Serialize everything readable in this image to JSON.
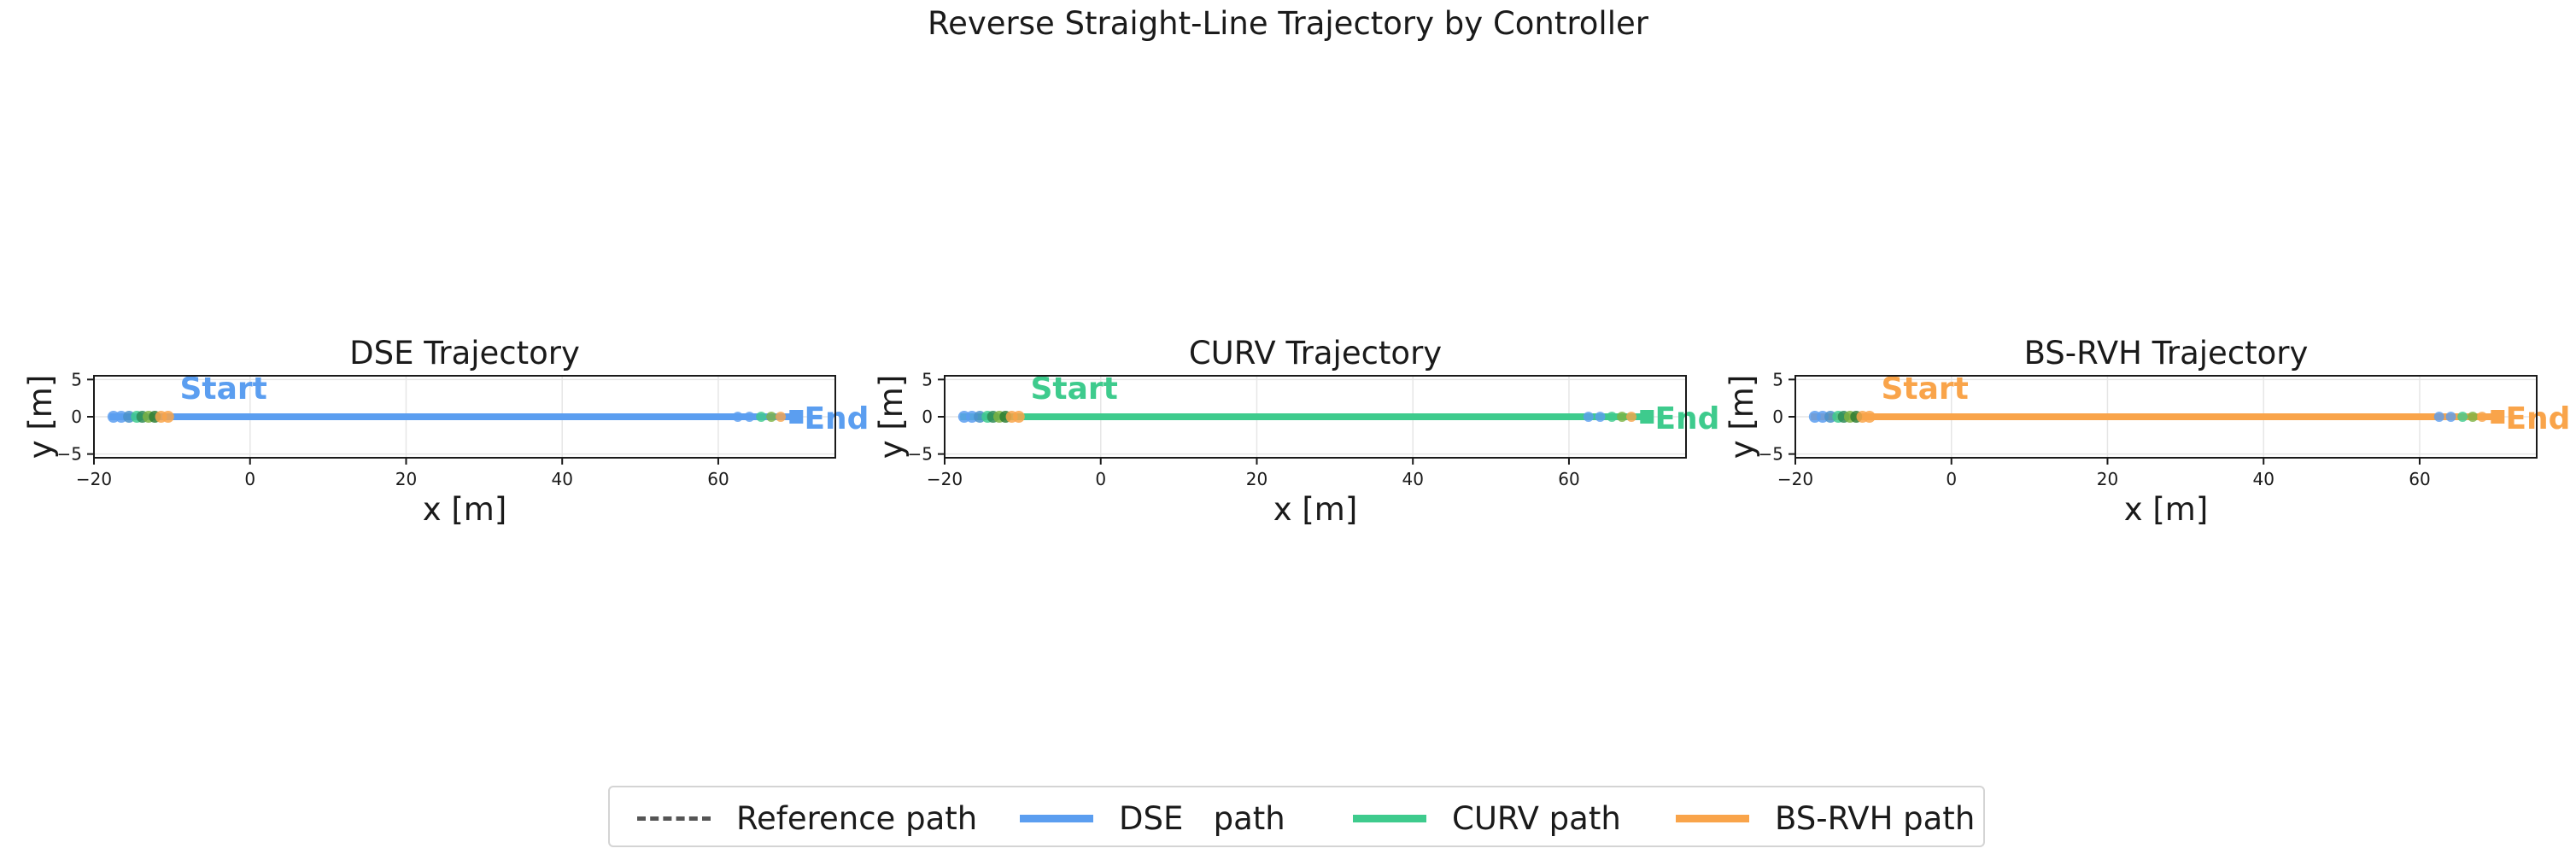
{
  "figure_title": "Reverse Straight-Line Trajectory by Controller",
  "colors": {
    "DSE": "#5b9ef0",
    "CURV": "#3ecb8d",
    "BS-RVH": "#f9a44a",
    "reference": "#555555",
    "start_marker_dark": "#2e7d32"
  },
  "legend": {
    "items": [
      {
        "label": "Reference path",
        "style": "dashed",
        "color_key": "reference"
      },
      {
        "label": "DSE   path",
        "style": "solid",
        "color_key": "DSE"
      },
      {
        "label": "CURV path",
        "style": "solid",
        "color_key": "CURV"
      },
      {
        "label": "BS-RVH path",
        "style": "solid",
        "color_key": "BS-RVH"
      }
    ]
  },
  "chart_data": [
    {
      "type": "line",
      "title": "DSE   Trajectory",
      "xlabel": "x [m]",
      "ylabel": "y [m]",
      "xlim": [
        -20,
        75
      ],
      "ylim": [
        -5.5,
        5.5
      ],
      "xticks": [
        -20,
        0,
        20,
        40,
        60
      ],
      "yticks": [
        -5,
        0,
        5
      ],
      "grid": true,
      "series": [
        {
          "name": "DSE   path",
          "color_key": "DSE",
          "x": [
            -18,
            70
          ],
          "y": [
            0,
            0
          ]
        }
      ],
      "start_point": [
        -18,
        0
      ],
      "end_point": [
        70,
        0
      ],
      "annotations": [
        {
          "text": "Start",
          "x": -9,
          "y": 2.4,
          "color_key": "DSE"
        },
        {
          "text": "End",
          "x": 71,
          "y": -1.6,
          "color_key": "DSE"
        }
      ]
    },
    {
      "type": "line",
      "title": "CURV Trajectory",
      "xlabel": "x [m]",
      "ylabel": "y [m]",
      "xlim": [
        -20,
        75
      ],
      "ylim": [
        -5.5,
        5.5
      ],
      "xticks": [
        -20,
        0,
        20,
        40,
        60
      ],
      "yticks": [
        -5,
        0,
        5
      ],
      "grid": true,
      "series": [
        {
          "name": "CURV path",
          "color_key": "CURV",
          "x": [
            -18,
            70
          ],
          "y": [
            0,
            0
          ]
        }
      ],
      "start_point": [
        -18,
        0
      ],
      "end_point": [
        70,
        0
      ],
      "annotations": [
        {
          "text": "Start",
          "x": -9,
          "y": 2.4,
          "color_key": "CURV"
        },
        {
          "text": "End",
          "x": 71,
          "y": -1.6,
          "color_key": "CURV"
        }
      ]
    },
    {
      "type": "line",
      "title": "BS-RVH Trajectory",
      "xlabel": "x [m]",
      "ylabel": "y [m]",
      "xlim": [
        -20,
        75
      ],
      "ylim": [
        -5.5,
        5.5
      ],
      "xticks": [
        -20,
        0,
        20,
        40,
        60
      ],
      "yticks": [
        -5,
        0,
        5
      ],
      "grid": true,
      "series": [
        {
          "name": "BS-RVH path",
          "color_key": "BS-RVH",
          "x": [
            -18,
            70
          ],
          "y": [
            0,
            0
          ]
        }
      ],
      "start_point": [
        -18,
        0
      ],
      "end_point": [
        70,
        0
      ],
      "annotations": [
        {
          "text": "Start",
          "x": -9,
          "y": 2.4,
          "color_key": "BS-RVH"
        },
        {
          "text": "End",
          "x": 71,
          "y": -1.6,
          "color_key": "BS-RVH"
        }
      ]
    }
  ]
}
